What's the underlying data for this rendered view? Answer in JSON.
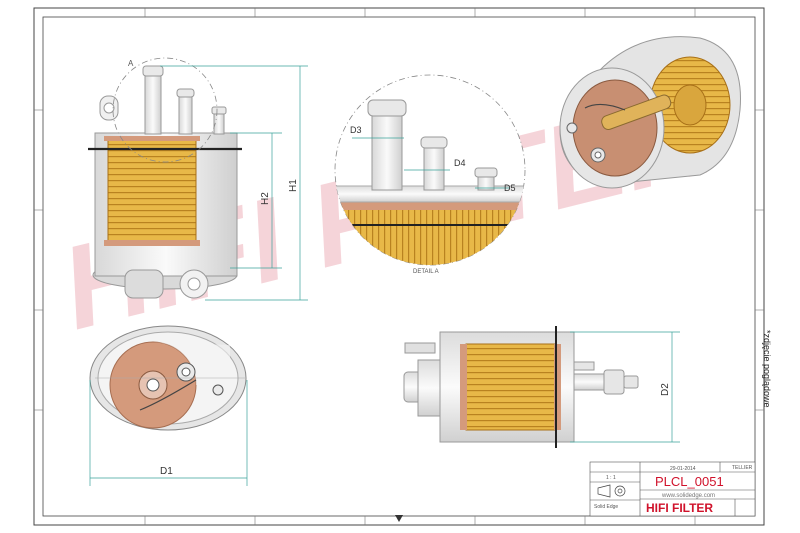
{
  "drawing": {
    "part_number": "PLCL_0051",
    "brand": "HIFI FILTER",
    "watermark": "HIFI FILTER",
    "website": "www.solidedge.com",
    "scale": "1 : 1",
    "date": "29-01-2014",
    "author": "TELLIER",
    "software": "Solid Edge",
    "side_note": "*zdjęcie poglądowe",
    "detail_label": "DETAIL A",
    "detail_marker": "A"
  },
  "dimensions": {
    "H1": "H1",
    "H2": "H2",
    "D1": "D1",
    "D2": "D2",
    "D3": "D3",
    "D4": "D4",
    "D5": "D5"
  },
  "colors": {
    "filter_yellow": "#e6b640",
    "filter_line": "#b07a18",
    "copper": "#d49a7c",
    "housing": "#ececec",
    "dim_line": "#3aa39a",
    "watermark": "#e89aa6",
    "brand_red": "#d0122b"
  }
}
